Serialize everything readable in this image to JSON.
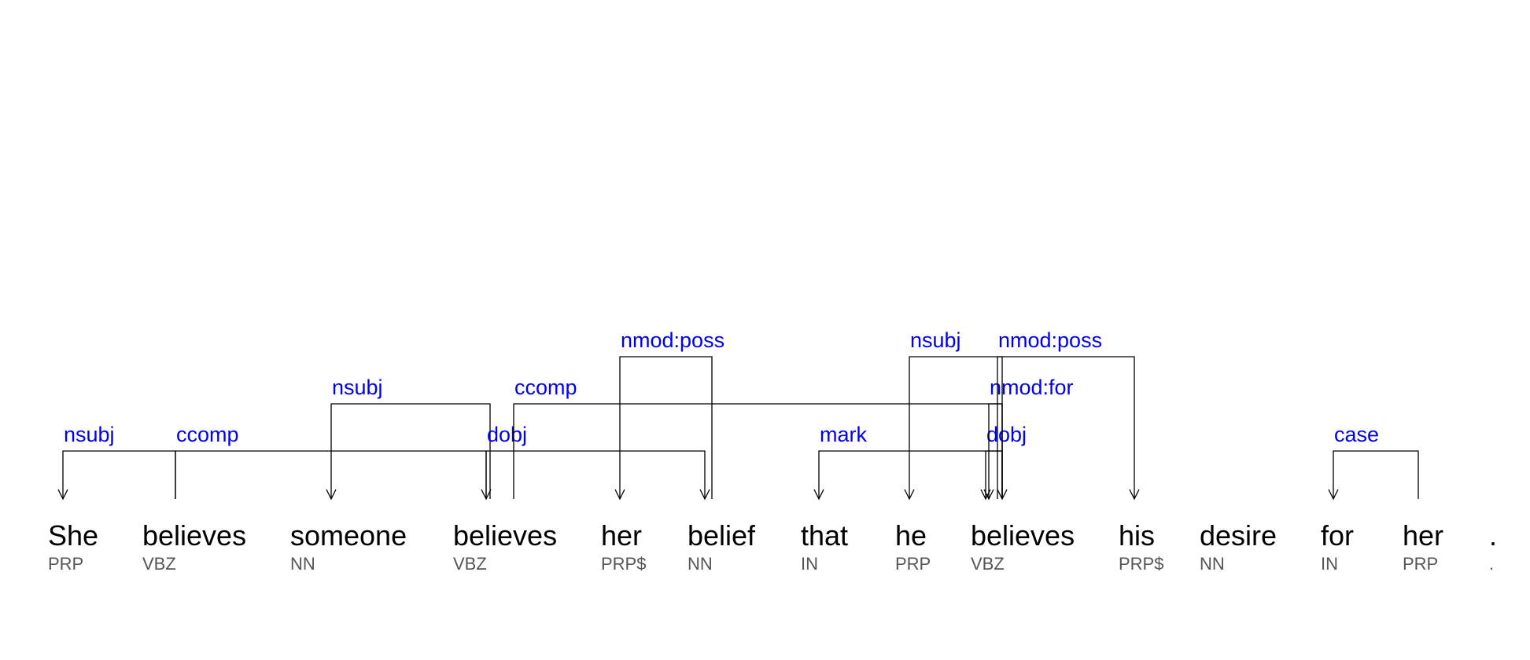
{
  "tokens": [
    {
      "word": "She",
      "tag": "PRP"
    },
    {
      "word": "believes",
      "tag": "VBZ"
    },
    {
      "word": "someone",
      "tag": "NN"
    },
    {
      "word": "believes",
      "tag": "VBZ"
    },
    {
      "word": "her",
      "tag": "PRP$"
    },
    {
      "word": "belief",
      "tag": "NN"
    },
    {
      "word": "that",
      "tag": "IN"
    },
    {
      "word": "he",
      "tag": "PRP"
    },
    {
      "word": "believes",
      "tag": "VBZ"
    },
    {
      "word": "his",
      "tag": "PRP$"
    },
    {
      "word": "desire",
      "tag": "NN"
    },
    {
      "word": "for",
      "tag": "IN"
    },
    {
      "word": "her",
      "tag": "PRP"
    },
    {
      "word": ".",
      "tag": "."
    }
  ],
  "arcs": [
    {
      "label": "nsubj",
      "head": 1,
      "dep": 0
    },
    {
      "label": "ccomp",
      "head": 1,
      "dep": 3
    },
    {
      "label": "nsubj",
      "head": 3,
      "dep": 2
    },
    {
      "label": "dobj",
      "head": 3,
      "dep": 5
    },
    {
      "label": "ccomp",
      "head": 3,
      "dep": 8
    },
    {
      "label": "nmod:poss",
      "head": 5,
      "dep": 4
    },
    {
      "label": "mark",
      "head": 8,
      "dep": 6
    },
    {
      "label": "nsubj",
      "head": 8,
      "dep": 7
    },
    {
      "label": "dobj",
      "head": 8,
      "dep": 10
    },
    {
      "label": "nmod:for",
      "head": 8,
      "dep": 12
    },
    {
      "label": "nmod:poss",
      "head": 10,
      "dep": 9
    },
    {
      "label": "case",
      "head": 12,
      "dep": 11
    }
  ],
  "colors": {
    "label": "#0000ee",
    "word": "#000000",
    "tag": "#555555",
    "line": "#000000",
    "background": "#ffffff"
  }
}
